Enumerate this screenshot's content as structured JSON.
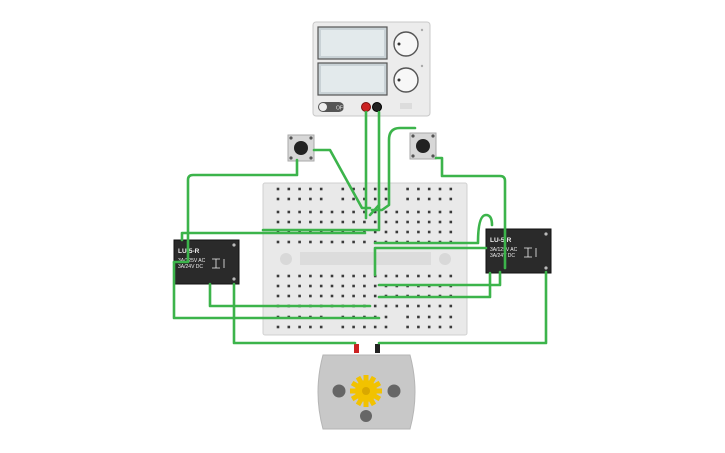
{
  "power_supply": {
    "off_label": "OFF"
  },
  "relay_left": {
    "model": "LU-5-R",
    "rating_ac": "3A/125V AC",
    "rating_dc": "3A/24V  DC"
  },
  "relay_right": {
    "model": "LU-5-R",
    "rating_ac": "3A/125V AC",
    "rating_dc": "3A/24V  DC"
  },
  "colors": {
    "wire": "#3cb44b",
    "breadboard": "#e9e9e9",
    "relay_body": "#2a2a2a",
    "motor_gear": "#f2c200",
    "probe_red": "#cc2222",
    "probe_black": "#222222"
  }
}
